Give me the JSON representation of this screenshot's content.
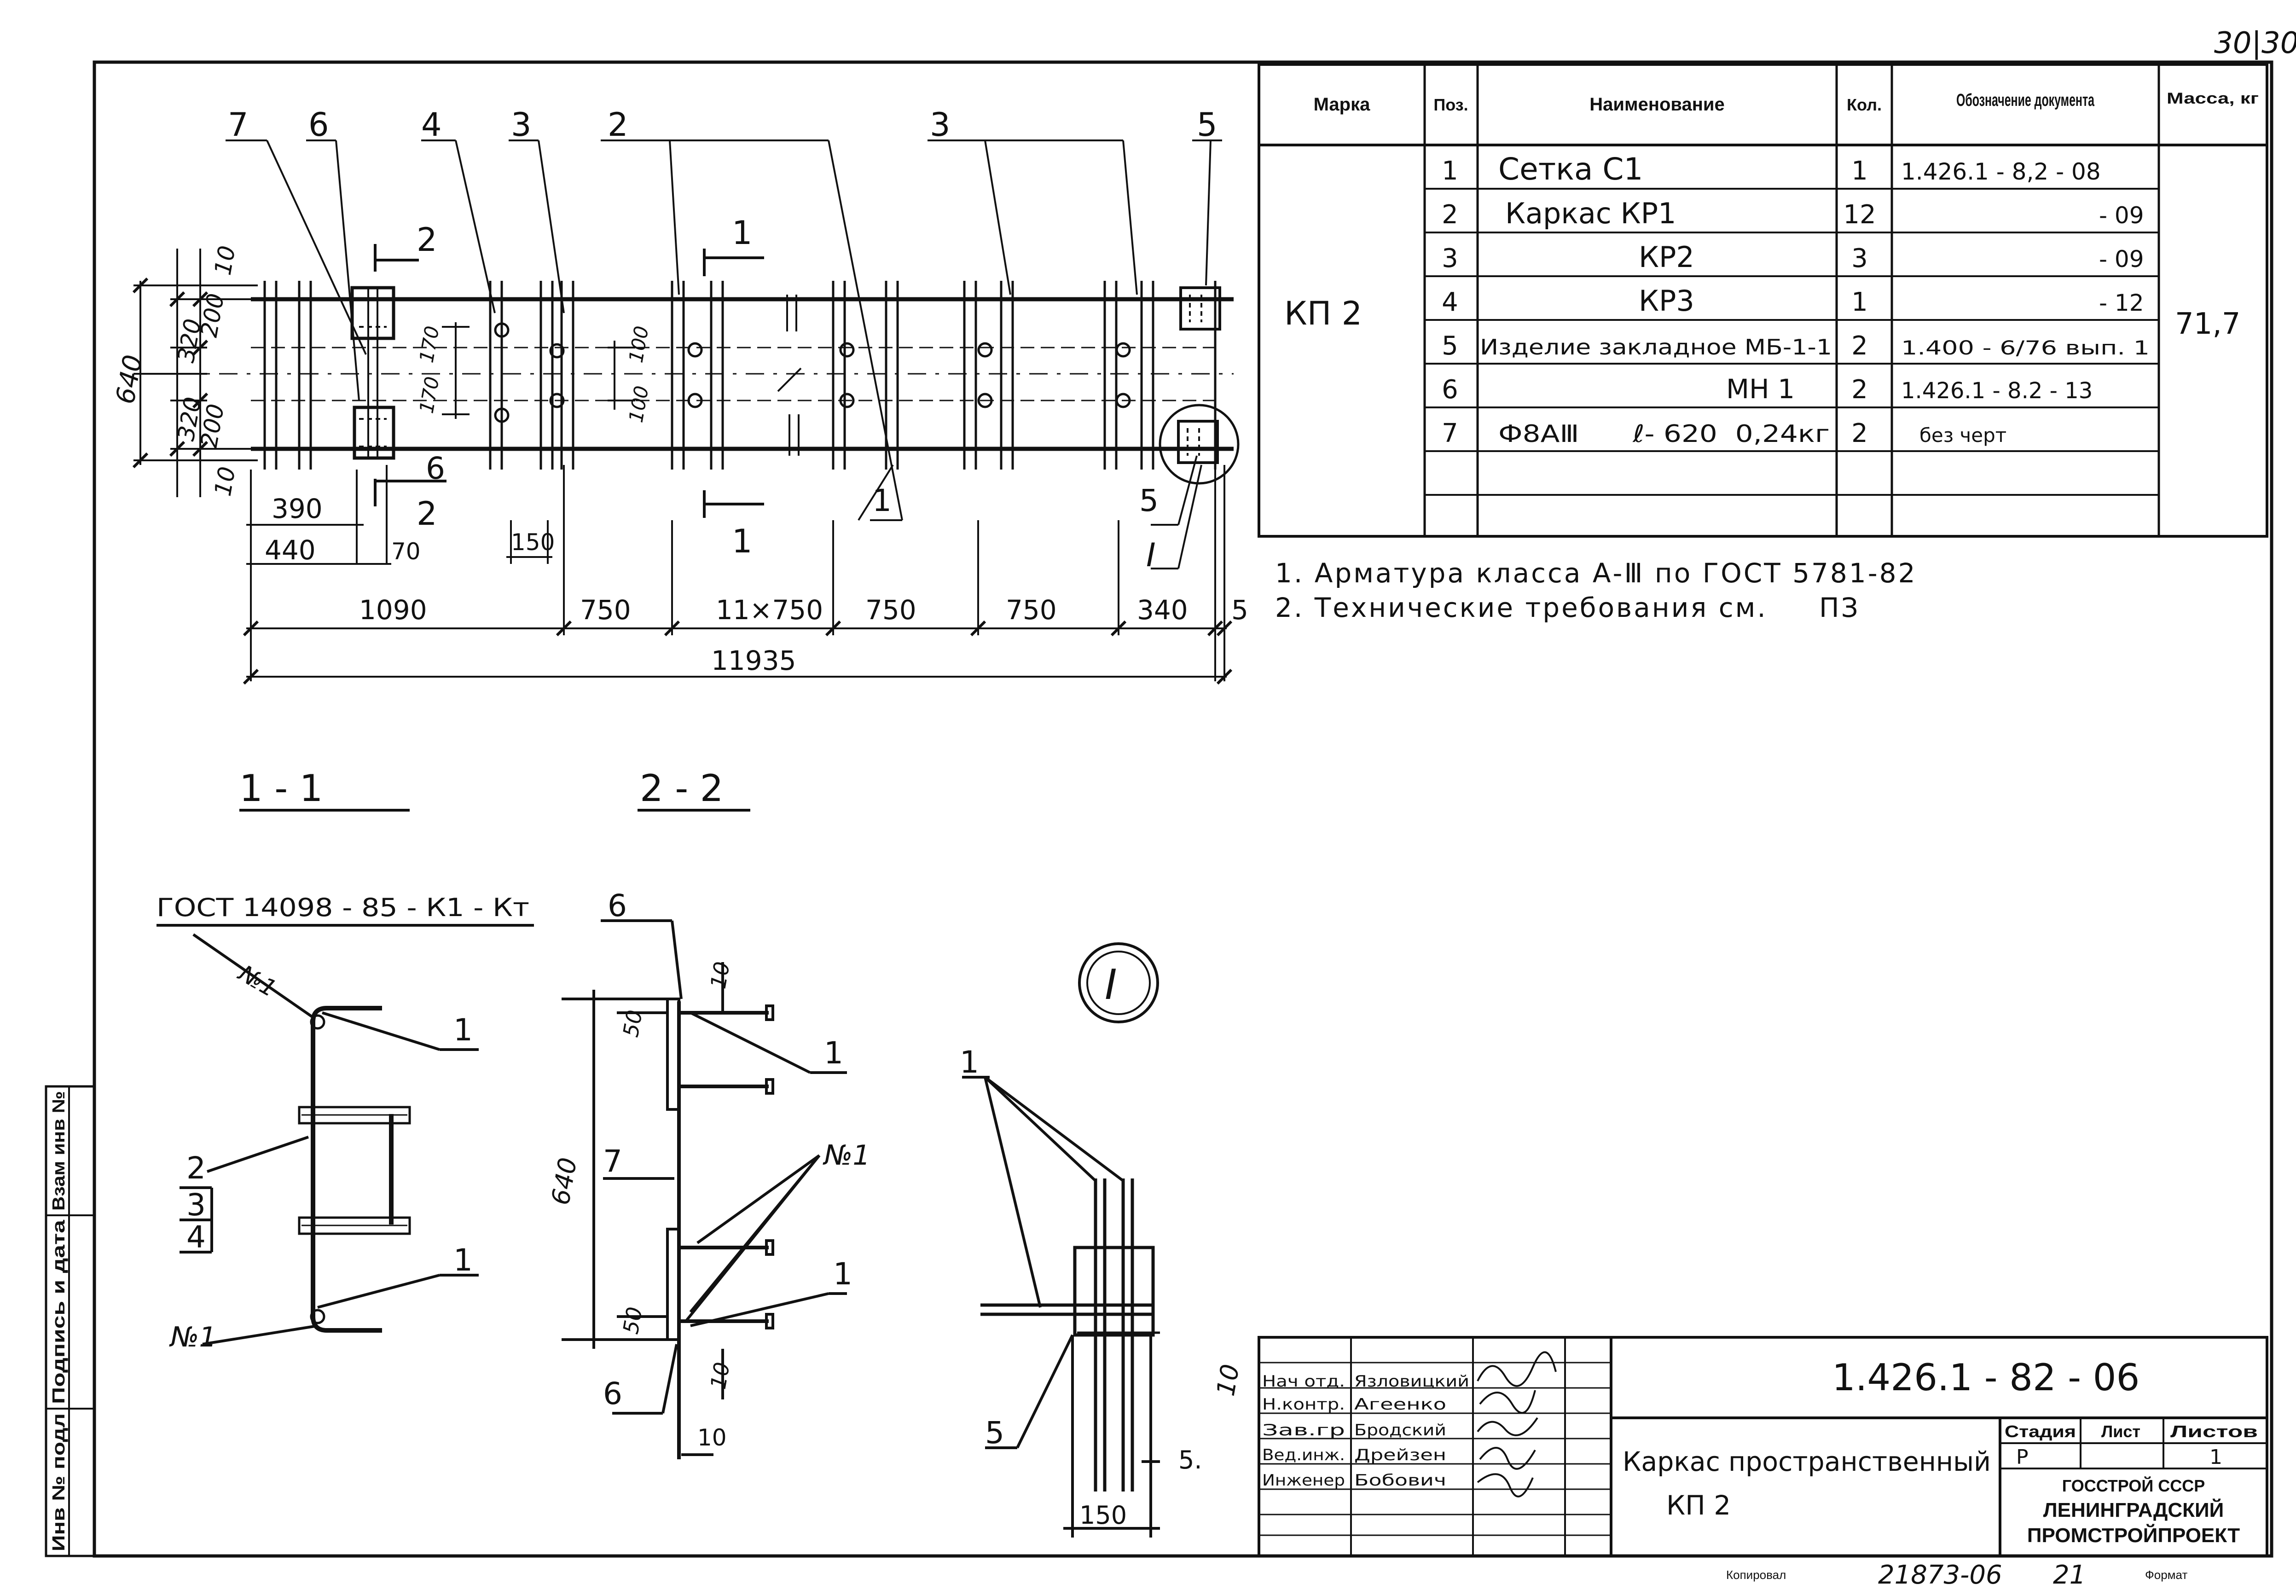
{
  "sheet_number": "30|30",
  "spec_table": {
    "headers": {
      "mark": "Марка",
      "pos": "Поз.",
      "name": "Наименование",
      "qty": "Кол.",
      "doc": "Обозначение документа",
      "mass": "Масса, кг"
    },
    "mark": "КП 2",
    "mass": "71,7",
    "rows": [
      {
        "pos": "1",
        "name": "Сетка  С1",
        "qty": "1",
        "doc": "1.426.1 - 8,2 - 08"
      },
      {
        "pos": "2",
        "name": "Каркас  КР1",
        "qty": "12",
        "doc": "- 09"
      },
      {
        "pos": "3",
        "name": "КР2",
        "qty": "3",
        "doc": "- 09"
      },
      {
        "pos": "4",
        "name": "КР3",
        "qty": "1",
        "doc": "- 12"
      },
      {
        "pos": "5",
        "name": "Изделие закладное  МБ-1-1",
        "qty": "2",
        "doc": "1.400 - 6/76 вып. 1"
      },
      {
        "pos": "6",
        "name": "МН 1",
        "qty": "2",
        "doc": "1.426.1 - 8.2 - 13"
      },
      {
        "pos": "7",
        "name": "Ф8АⅢ      ℓ- 620  0,24кг",
        "qty": "2",
        "doc": "без черт"
      }
    ]
  },
  "notes": [
    "1. Арматура класса А-Ⅲ по ГОСТ 5781-82",
    "2. Технические требования см.     ПЗ"
  ],
  "plan": {
    "callouts": [
      "7",
      "6",
      "4",
      "3",
      "2",
      "3",
      "5"
    ],
    "section_marks": [
      "2",
      "1",
      "2",
      "1"
    ],
    "heights": [
      "10",
      "200",
      "320",
      "640",
      "320",
      "200",
      "10"
    ],
    "inner_dims": [
      "170",
      "170",
      "100",
      "100"
    ],
    "small_dims": [
      "390",
      "440",
      "70",
      "150"
    ],
    "leaders": [
      "6",
      "1",
      "5",
      "Ⅰ"
    ],
    "bottom_dims": [
      "1090",
      "750",
      "11×750",
      "750",
      "750",
      "340",
      "5"
    ],
    "total": "11935"
  },
  "section_titles": [
    "1 - 1",
    "2 - 2"
  ],
  "section_1": {
    "gost": "ГОСТ 14098 - 85  - К1 - Кт",
    "labels": [
      "№1",
      "1",
      "2",
      "3",
      "4",
      "1",
      "№1"
    ]
  },
  "section_2": {
    "labels": [
      "6",
      "10",
      "50",
      "1",
      "640",
      "7",
      "№1",
      "1",
      "50",
      "10",
      "6",
      "10"
    ]
  },
  "detail": {
    "title": "Ⅰ",
    "labels": [
      "1",
      "5",
      "10",
      "150",
      "5."
    ]
  },
  "title_block": {
    "code": "1.426.1 - 82 - 06",
    "staff": [
      {
        "role": "Нач отд.",
        "name": "Язловицкий"
      },
      {
        "role": "Н.контр.",
        "name": "Агеенко"
      },
      {
        "role": "Зав.гр",
        "name": "Бродский"
      },
      {
        "role": "Вед.инж.",
        "name": "Дрейзен"
      },
      {
        "role": "Инженер",
        "name": "Бобович"
      }
    ],
    "title_line1": "Каркас пространственный",
    "title_line2": "КП 2",
    "stage_label": "Стадия",
    "sheet_label": "Лист",
    "sheets_label": "Листов",
    "stage": "Р",
    "sheets": "1",
    "org_line1": "ГОССТРОЙ СССР",
    "org_line2": "ЛЕНИНГРАДСКИЙ",
    "org_line3": "ПРОМСТРОЙПРОЕКТ"
  },
  "side_stamp": [
    "Взам инв №",
    "Подпись и дата",
    "Инв № подл"
  ],
  "footer": {
    "copied": "Копировал",
    "number": "21873-06",
    "page": "21",
    "format": "Формат"
  }
}
